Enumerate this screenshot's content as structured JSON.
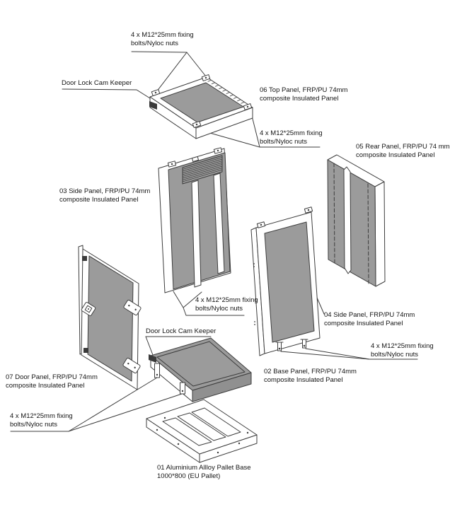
{
  "diagram": {
    "type": "exploded-assembly-drawing",
    "subject": "FRP/PU composite insulated panel enclosure",
    "parts": [
      {
        "no": "01",
        "label": "01 Aluminium Allloy Pallet Base\n1000*800 (EU Pallet)"
      },
      {
        "no": "02",
        "label": "02 Base Panel, FRP/PU 74mm\ncomposite Insulated Panel"
      },
      {
        "no": "03",
        "label": "03 Side Panel, FRP/PU 74mm\ncomposite Insulated Panel"
      },
      {
        "no": "04",
        "label": "04 Side Panel, FRP/PU 74mm\ncomposite Insulated Panel"
      },
      {
        "no": "05",
        "label": "05 Rear Panel, FRP/PU 74 mm\ncomposite Insulated Panel"
      },
      {
        "no": "06",
        "label": "06 Top Panel,  FRP/PU 74mm\ncomposite Insulated Panel"
      },
      {
        "no": "07",
        "label": "07 Door Panel, FRP/PU 74mm\ncomposite Insulated Panel"
      }
    ],
    "callouts": {
      "fixing_bolts": "4 x M12*25mm fixing\nbolts/Nyloc nuts",
      "door_lock_cam_keeper": "Door Lock Cam Keeper"
    },
    "colors": {
      "panel_face": "#9b9b9b",
      "panel_face_dark": "#909090",
      "line": "#3d3d3d",
      "hardware_dark": "#3a3a3a",
      "background": "#ffffff"
    }
  }
}
